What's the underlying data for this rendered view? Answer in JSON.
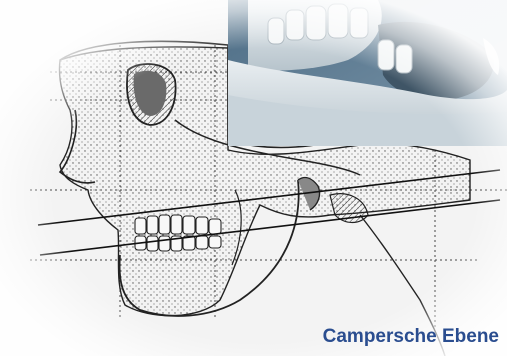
{
  "caption": "Campersche Ebene",
  "colors": {
    "caption": "#2a4d8f",
    "line_art": "#222222",
    "paper": "#f3f3f3"
  },
  "images": {
    "skull_drawing": "skull-profile-line-drawing-with-camper-plane",
    "photo": "dental-cast-model-photo"
  }
}
